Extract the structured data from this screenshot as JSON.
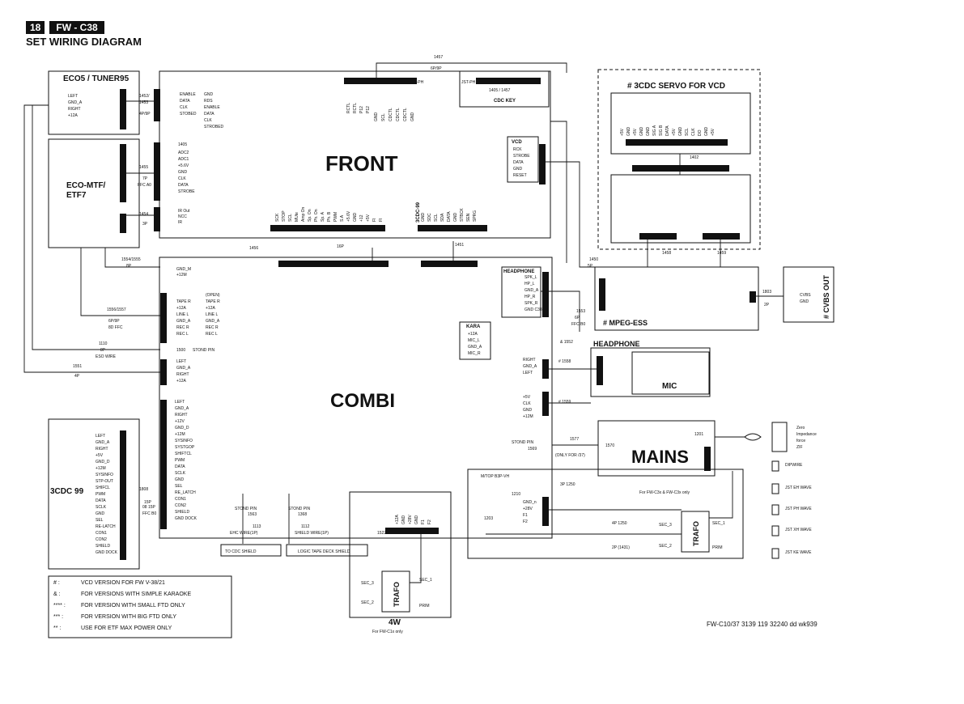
{
  "header": {
    "page_number": "18",
    "model": "FW - C38",
    "title": "SET WIRING DIAGRAM"
  },
  "footer": {
    "doc_ref": "FW-C10/37  3139 119 32240  dd wk939"
  },
  "blocks": {
    "front": "FRONT",
    "combi": "COMBI",
    "mains": "MAINS",
    "mic": "MIC",
    "eco5_tuner": "ECO5 / TUNER95",
    "eco_mtf": "ECO-MTF/",
    "etf7": "ETF7",
    "cdc99": "3CDC 99",
    "cdc_servo": "# 3CDC SERVO FOR VCD",
    "mpeg": "# MPEG-ESS",
    "headphone": "HEADPHONE",
    "cvbs": "# CVBS OUT",
    "four_w": "4W",
    "trafo": "TRAFO",
    "cdc_key": "CDC KEY",
    "vcd": "VCD",
    "kara": "KARA",
    "headphone_small": "HEADPHONE",
    "cdc99_small": "3CDC-99"
  },
  "connectors": {
    "c1457_top": "1457",
    "c1457_pitch": "6P/9P",
    "jst_ph": "JST-PH",
    "jst_ph2": "JST-PH",
    "c1405_1457": "1405  /  1457",
    "c1452_1453": "1452/",
    "c1453": "1453",
    "c4p_9p": "4P/9P",
    "c1405": "1405",
    "c1455": "1455",
    "c7p": "7P",
    "ffc_a0": "FFC A0",
    "c1454": "1454",
    "c3p": "3P",
    "c1456": "1456",
    "c16p": "16P",
    "c1451": "1451",
    "c1450": "1450",
    "c5p": "5P",
    "c1458": "1458",
    "c1459": "1459",
    "c1402": "1402",
    "c1554_1555": "1554/1555",
    "c8p": "8P",
    "c1556_1557": "1556/1557",
    "c6p_9p": "6P/9P",
    "c8d_ffc": "8D FFC",
    "c1110": "1110",
    "c8p_b": "8P",
    "eso_wire": "ESO WIRE",
    "c1551": "1551",
    "c4p": "4P",
    "c1500": "1500",
    "stond_pin": "STOND PIN",
    "c1553": "1553",
    "c6p": "6P",
    "ffc_b0": "FFC B0",
    "c1552": "& 1552",
    "c1558": "# 1558",
    "c1559": "# 1559",
    "c1577": "1577",
    "only_for": "(ONLY FOR /37)",
    "c1570": "1570",
    "stond_pin_1569": "STOND PIN",
    "c1569": "1569",
    "c1201": "1201",
    "c1803": "1803",
    "c2p": "2P",
    "c1808": "1808",
    "c15p": "15P",
    "c08_15p": "08  15P",
    "ffc_b0_2": "FFC B0",
    "stond_pin_1563": "STOND PIN",
    "c1563": "1563",
    "c1113": "1113",
    "ehc_wire": "EHC WIRE(1P)",
    "stond_pin_1368": "STOND PIN",
    "c1368": "1368",
    "c1112": "1112",
    "shield_wire": "SHIELD WIRE(1P)",
    "to_cdc_shield": "TO CDC SHIELD",
    "logic_tape": "LOGIC TAPE DECK SHIELD",
    "for_fwc3x": "For FW-C3x & FW-C3x only",
    "c4p_1250": "4P 1250",
    "c2p_1431": "2P (1431)",
    "sec_3": "SEC_3",
    "sec_2": "SEC_2",
    "sec_1": "SEC_1",
    "prim": "PRIM",
    "c3p_1250": "3P 1250",
    "mtop_b3p": "M/TOP B3P-VH",
    "c1210": "1210",
    "c1203": "1203",
    "c1522": "1522",
    "for_fwc1x": "For FW-C1x only",
    "zero_label": "Zero",
    "imp_label": "Impedance",
    "force_label": "force",
    "zif_label": "ZIF",
    "dipwire": "DIPWIRE",
    "jst_eh": "JST EH WAVE",
    "jst_ph_wave": "JST PH WAVE",
    "jst_xh": "JST XH WAVE",
    "jst_ke": "JST KE WAVE"
  },
  "legend": [
    {
      "sym": "# :",
      "text": "VCD VERSION FOR FW V-38/21"
    },
    {
      "sym": "& :",
      "text": "FOR VERSIONS WITH SIMPLE KARAOKE"
    },
    {
      "sym": "**** :",
      "text": "FOR VERSION WITH SMALL FTD ONLY"
    },
    {
      "sym": "*** :",
      "text": "FOR VERSION WITH BIG FTD ONLY"
    },
    {
      "sym": "** :",
      "text": "USE FOR ETF MAX POWER ONLY"
    }
  ],
  "pins": {
    "eco5": [
      "LEFT",
      "GND_A",
      "RIGHT",
      "+12A"
    ],
    "front_eco": [
      "ENABLE",
      "DATA",
      "CLK",
      "STOBED"
    ],
    "front_tu": [
      "GND",
      "RDS",
      "ENABLE",
      "DATA",
      "CLK",
      "STROBED"
    ],
    "etf": [
      "ADC2",
      "ADC1",
      "+5.6V",
      "GND",
      "CLK",
      "DATA",
      "STROBE"
    ],
    "ir": [
      "IR Out",
      "NCC",
      "IR"
    ],
    "front_1458": [
      "SCK",
      "STOP",
      "SCL",
      "MUte",
      "Amp On",
      "Sp. On",
      "Ph. On",
      "Sp. A",
      "Ph. B",
      "PWM",
      "S.A",
      "+5.6V",
      "GND",
      "+12",
      "+5V",
      "FI",
      "FI"
    ],
    "cdc99": [
      "GND",
      "SDC",
      "SCL",
      "SDA",
      "DATA",
      "GND",
      "STBCK",
      "SEN",
      "SPRG"
    ],
    "cdc_key_1": [
      "RCTL",
      "RCTL",
      "P12",
      "P12"
    ],
    "cdc_key_2": [
      "GND",
      "SCL",
      "CDCTL",
      "CDCTL",
      "CDCTL",
      "GND"
    ],
    "vcd": [
      "RCK",
      "STROBE",
      "DATA",
      "GND",
      "RESET"
    ],
    "ecomtf": [
      "TAPE R",
      "+12A",
      "LINE L",
      "GND_A",
      "REC R",
      "REC L"
    ],
    "etf7_pins": [
      "(OPEN)",
      "TAPE R",
      "+12A",
      "LINE L",
      "GND_A",
      "REC R",
      "REC L"
    ],
    "c1554": [
      "GND_M",
      "+12M"
    ],
    "hp_tr": [
      "SPK_L",
      "HP_L",
      "GND_A",
      "HP_R",
      "SPK_R",
      "GND C38"
    ],
    "kara_pins": [
      "+12A",
      "MIC_L",
      "GND_A",
      "MIC_R"
    ],
    "cn26": [
      "RIGHT",
      "GND_A",
      "LEFT"
    ],
    "cn23": [
      "+5V",
      "CLK",
      "GND",
      "+12M"
    ],
    "cn51": [
      "LEFT",
      "GND_A",
      "RIGHT",
      "+12A"
    ],
    "combi_fe": [
      "LEFT",
      "GND_A",
      "RIGHT",
      "+12V",
      "GND_D",
      "+12M",
      "SYSINFO",
      "SYSTGOP",
      "SHIFTCL",
      "PWM",
      "DATA",
      "SCLK",
      "GND",
      "SEL",
      "RE_LATCH",
      "CON1",
      "CON2",
      "SHIELD",
      "GND DOCK"
    ],
    "cdc99_big": [
      "LEFT",
      "GND_A",
      "RIGHT",
      "+5V",
      "GND_D",
      "+12M",
      "SYSINFO",
      "STP-OUT",
      "SHIFCL",
      "PWM",
      "DATA",
      "SCLK",
      "GND",
      "SEL",
      "RE-LATCH",
      "CON1",
      "CON2",
      "SHIELD",
      "GND DOCK"
    ],
    "mains_in": [
      "GND_n",
      "+28V",
      "F1",
      "F2"
    ],
    "cvbs_pins": [
      "CVBS",
      "GND"
    ],
    "servo_top": [
      "+5V",
      "GND",
      "+5V",
      "GND",
      "GND",
      "SIG A",
      "SIG B",
      "DATA",
      "+5V",
      "GND",
      "SCL",
      "CLK",
      "DO",
      "GND",
      "+5V"
    ],
    "fourw": [
      "+12A",
      "GND",
      "+28V",
      "GND",
      "F1",
      "F2"
    ]
  }
}
